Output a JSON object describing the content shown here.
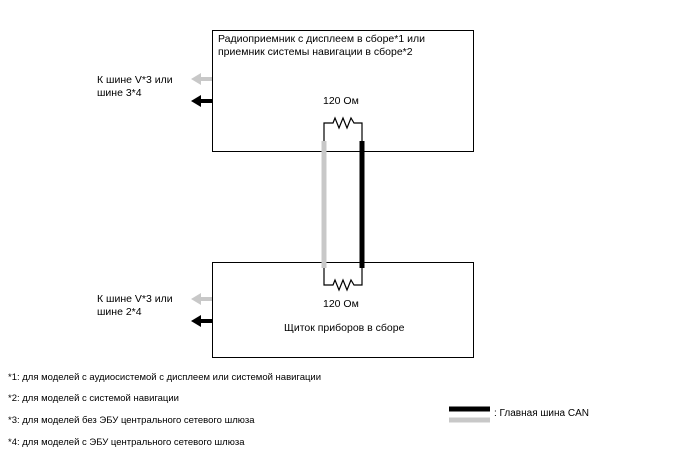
{
  "top_unit": {
    "title_line1": "Радиоприемник с дисплеем в сборе*1 или",
    "title_line2": "приемник системы навигации в сборе*2",
    "resistor_label": "120 Ом",
    "bus_label_line1": "К шине V*3 или",
    "bus_label_line2": "шине 3*4"
  },
  "bottom_unit": {
    "title": "Щиток приборов в сборе",
    "resistor_label": "120 Ом",
    "bus_label_line1": "К шине V*3 или",
    "bus_label_line2": "шине 2*4"
  },
  "notes": [
    "*1: для моделей с аудиосистемой с дисплеем или системой навигации",
    "*2: для моделей с системой навигации",
    "*3: для моделей без ЭБУ центрального сетевого шлюза",
    "*4: для моделей с ЭБУ центрального сетевого шлюза"
  ],
  "legend": {
    "main_bus_label": ": Главная шина CAN"
  },
  "colors": {
    "can_high": "#000000",
    "can_low": "#c8c8c8"
  }
}
